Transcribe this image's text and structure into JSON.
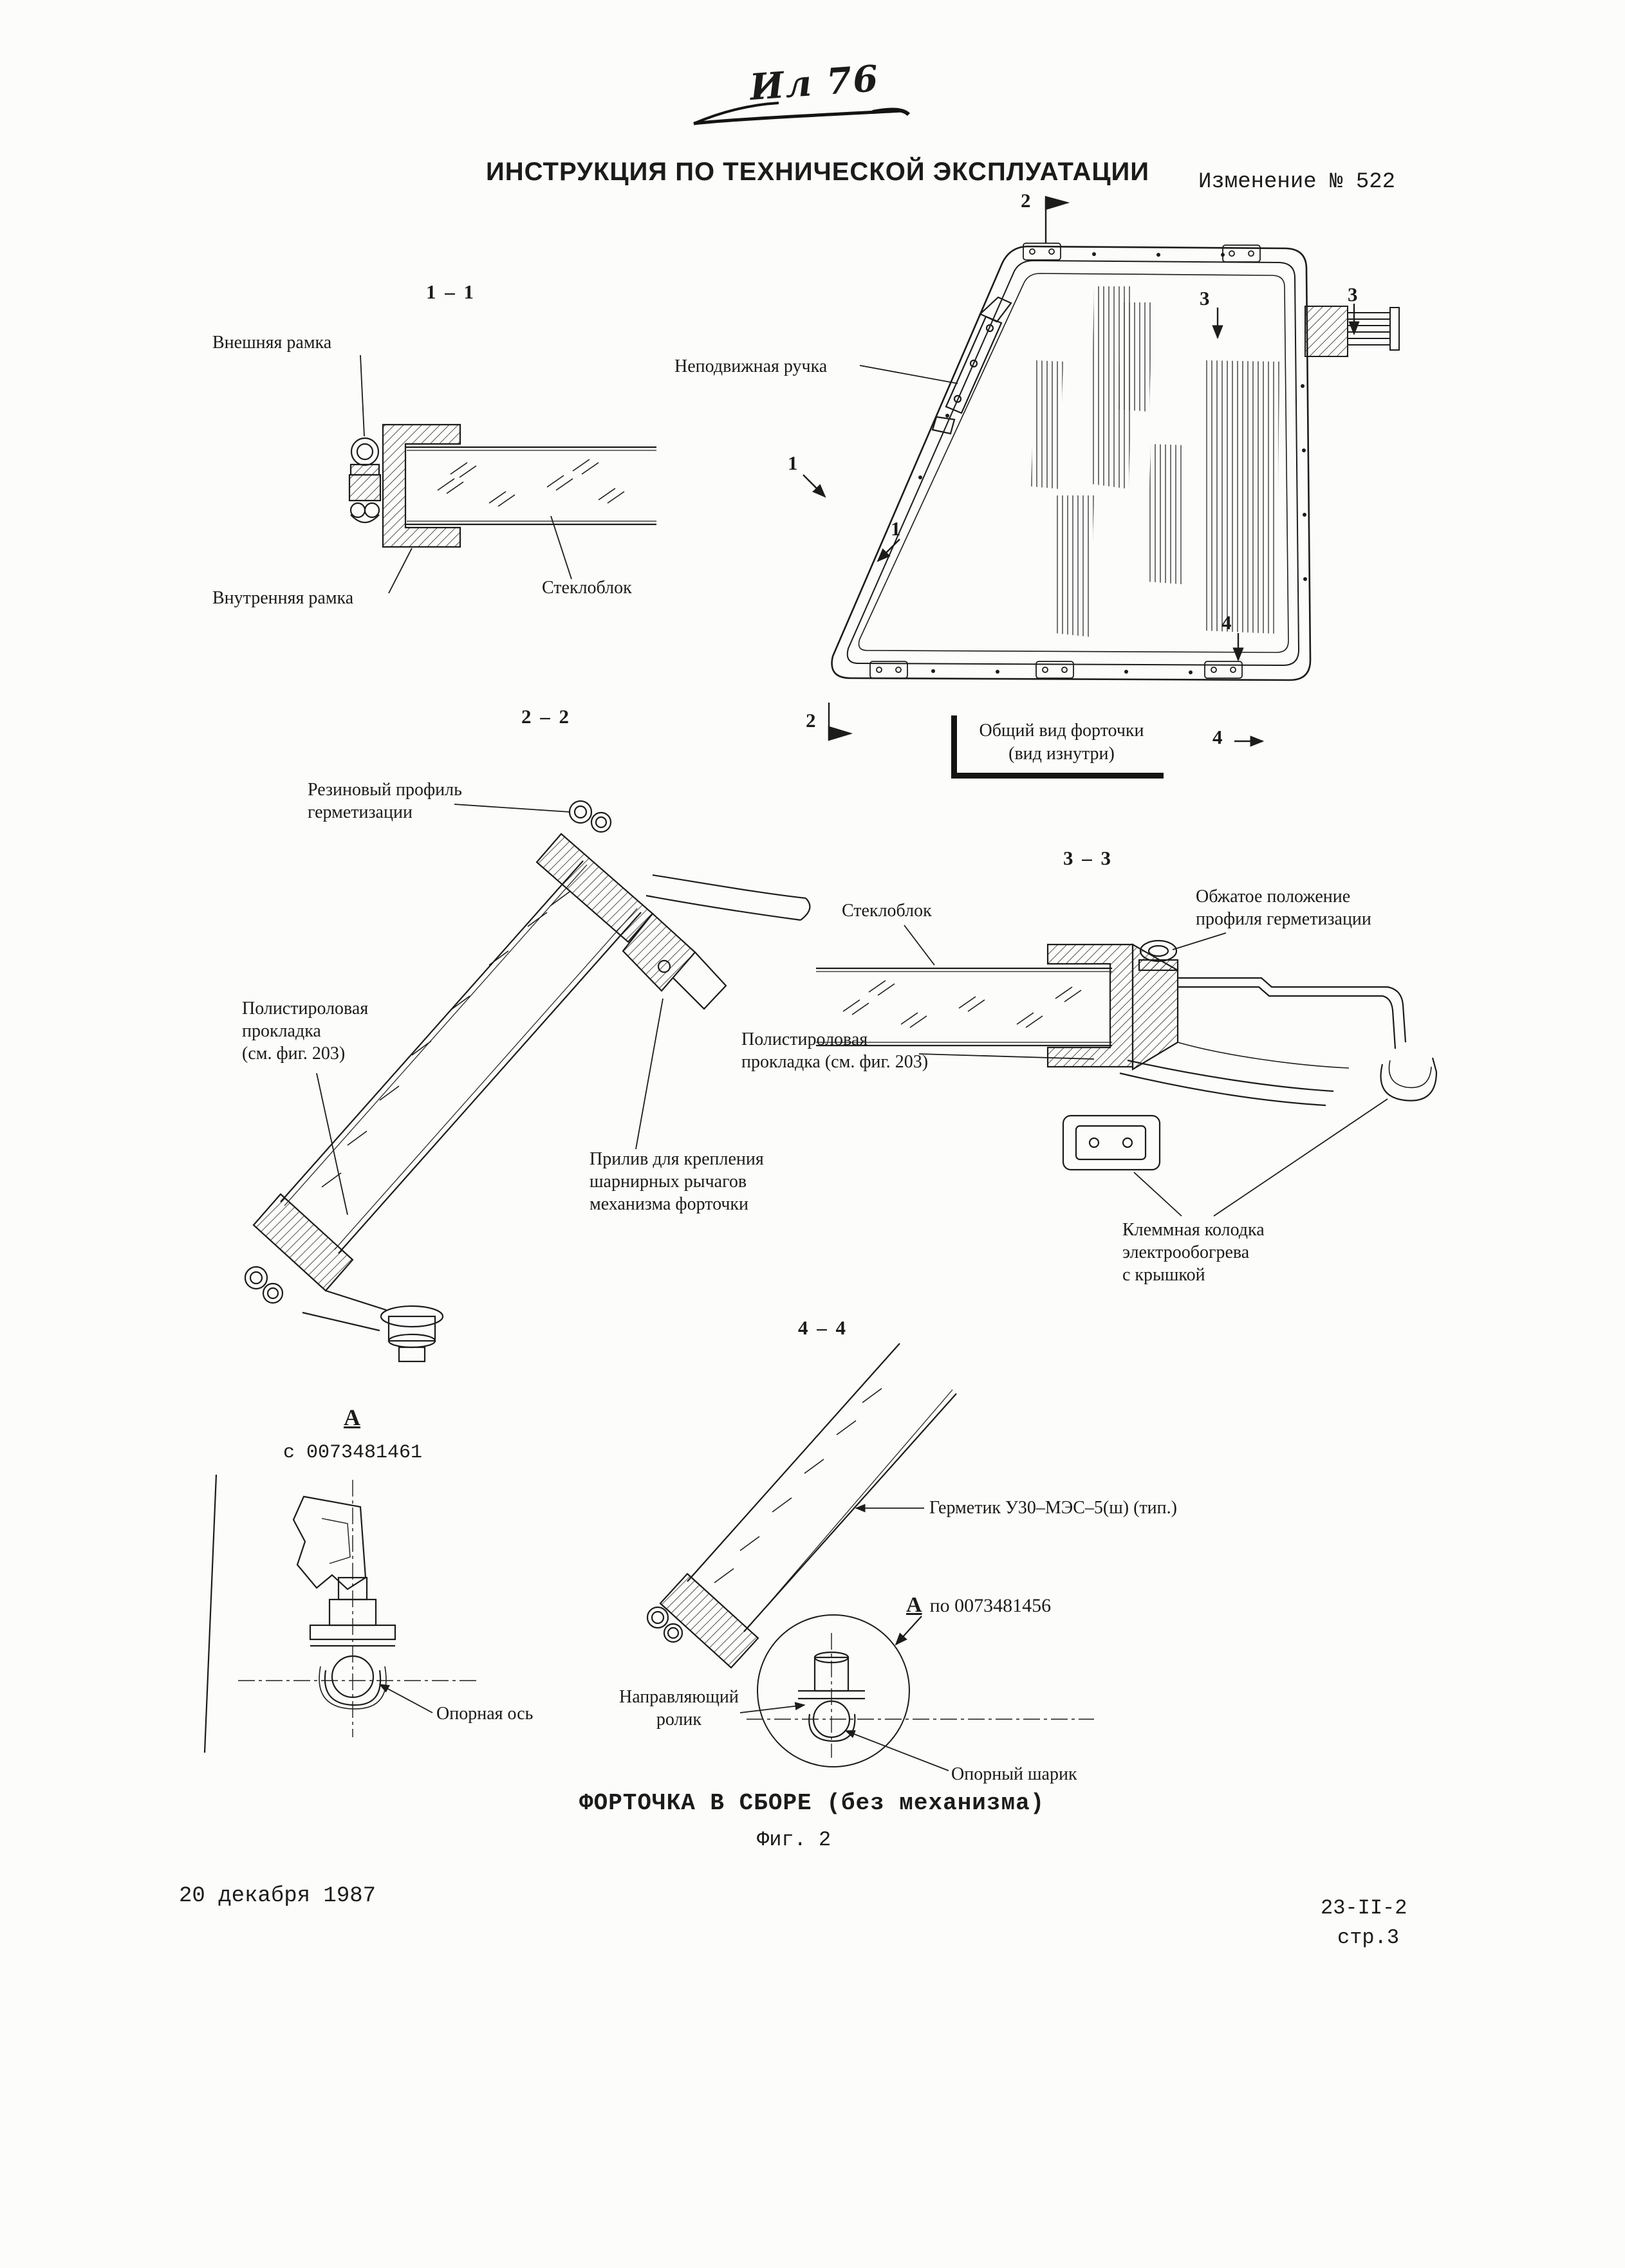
{
  "header": {
    "logo_text": "Ил 76",
    "title": "ИНСТРУКЦИЯ ПО ТЕХНИЧЕСКОЙ ЭКСПЛУАТАЦИИ",
    "change_note": "Изменение № 522"
  },
  "marks": {
    "m1": "1",
    "m2": "2",
    "m3": "3",
    "m4": "4"
  },
  "section_1_1": {
    "label": "1 – 1",
    "outer_frame": "Внешняя рамка",
    "inner_frame": "Внутренняя рамка",
    "glass_block": "Стеклоблок"
  },
  "overall_view": {
    "fixed_handle": "Неподвижная ручка",
    "caption": "Общий вид форточки\n(вид изнутри)"
  },
  "section_2_2": {
    "label": "2 – 2",
    "rubber_profile": "Резиновый профиль\nгерметизации",
    "poly_gasket": "Полистироловая\nпрокладка\n(см. фиг. 203)",
    "boss": "Прилив для крепления\nшарнирных рычагов\nмеханизма форточки"
  },
  "section_3_3": {
    "label": "3 – 3",
    "glass_block": "Стеклоблок",
    "compressed_profile": "Обжатое положение\nпрофиля герметизации",
    "poly_gasket": "Полистироловая\nпрокладка (см. фиг. 203)",
    "terminal_block": "Клеммная колодка\nэлектрообогрева\nс крышкой"
  },
  "section_4_4": {
    "label": "4 – 4",
    "sealant": "Герметик У30–МЭС–5(ш) (тип.)",
    "detail_mark": "А",
    "detail_ref": "по 0073481456",
    "guide_roller": "Направляющий\nролик",
    "support_ball": "Опорный шарик"
  },
  "detail_a": {
    "label": "А",
    "ref": "с 0073481461",
    "support_axis": "Опорная ось"
  },
  "caption": {
    "title": "ФОРТОЧКА В СБОРЕ (без механизма)",
    "figure": "Фиг. 2"
  },
  "footer": {
    "date": "20 декабря 1987",
    "doc_ref": "23-II-2",
    "page": "стр.3"
  }
}
